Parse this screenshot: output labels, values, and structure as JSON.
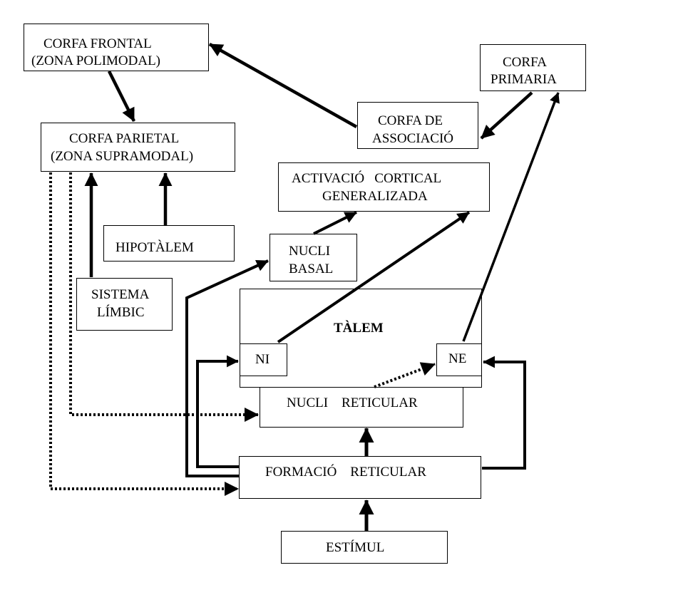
{
  "nodes": {
    "corfa_frontal": {
      "line1": "CORFA FRONTAL",
      "line2": "(ZONA POLIMODAL)"
    },
    "corfa_parietal": {
      "line1": "CORFA PARIETAL",
      "line2": "(ZONA SUPRAMODAL)"
    },
    "corfa_primaria": {
      "line1": "CORFA",
      "line2": "PRIMARIA"
    },
    "corfa_associacio": {
      "line1": "CORFA DE",
      "line2": "ASSOCIACIÓ"
    },
    "activacio_cortical": {
      "line1": "ACTIVACIÓ   CORTICAL",
      "line2": "GENERALIZADA"
    },
    "hipotalem": {
      "label": "HIPOTÀLEM"
    },
    "nucli_basal": {
      "line1": "NUCLI",
      "line2": "BASAL"
    },
    "sistema_limbic": {
      "line1": "SISTEMA",
      "line2": "LÍMBIC"
    },
    "talem": {
      "label": "TÀLEM"
    },
    "ni": {
      "label": "NI"
    },
    "ne": {
      "label": "NE"
    },
    "nucli_reticular": {
      "label": "NUCLI    RETICULAR"
    },
    "formacio_reticular": {
      "label": "FORMACIÓ    RETICULAR"
    },
    "estimul": {
      "label": "ESTÍMUL"
    }
  },
  "colors": {
    "line": "#000000",
    "background": "#ffffff"
  }
}
